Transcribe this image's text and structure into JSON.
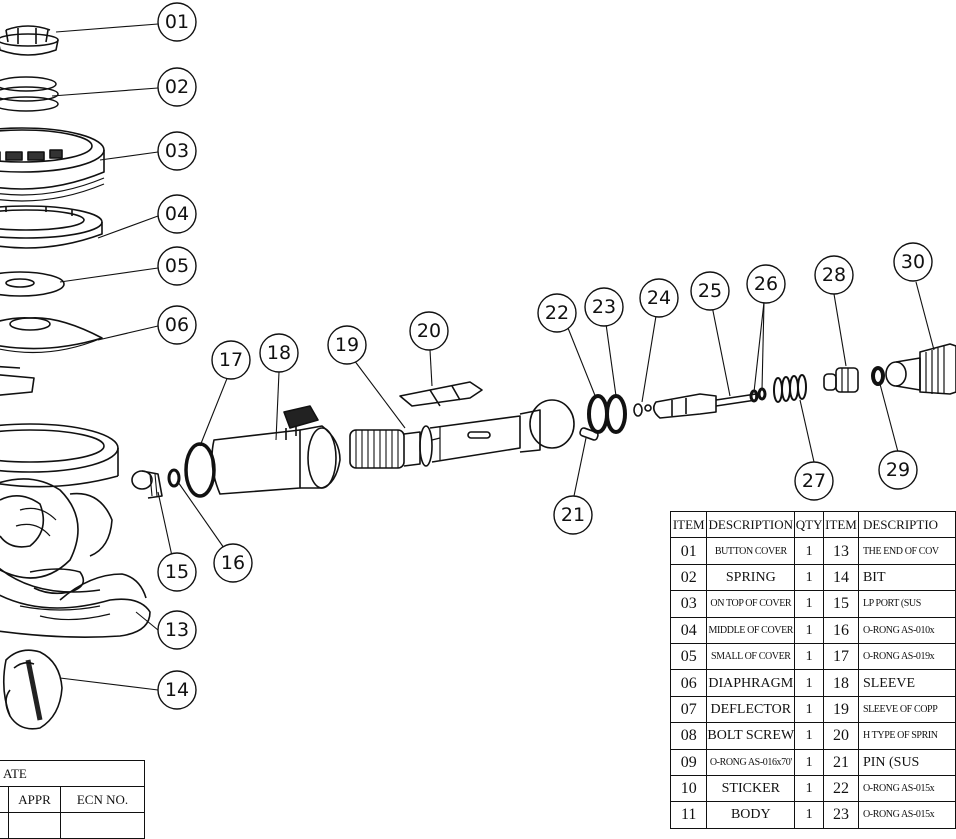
{
  "callouts": [
    "01",
    "02",
    "03",
    "04",
    "05",
    "06",
    "13",
    "14",
    "15",
    "16",
    "17",
    "18",
    "19",
    "20",
    "21",
    "22",
    "23",
    "24",
    "25",
    "26",
    "27",
    "28",
    "29",
    "30"
  ],
  "bom": {
    "headers": [
      "ITEM",
      "DESCRIPTION",
      "QTY",
      "ITEM",
      "DESCRIPTIO"
    ],
    "rows": [
      {
        "item_a": "01",
        "desc_a": "BUTTON COVER",
        "qty_a": "1",
        "item_b": "13",
        "desc_b": "THE END OF COV"
      },
      {
        "item_a": "02",
        "desc_a": "SPRING",
        "qty_a": "1",
        "item_b": "14",
        "desc_b": "BIT"
      },
      {
        "item_a": "03",
        "desc_a": "ON TOP OF COVER",
        "qty_a": "1",
        "item_b": "15",
        "desc_b": "LP PORT (SUS"
      },
      {
        "item_a": "04",
        "desc_a": "MIDDLE OF COVER",
        "qty_a": "1",
        "item_b": "16",
        "desc_b": "O-RONG AS-010x"
      },
      {
        "item_a": "05",
        "desc_a": "SMALL OF COVER",
        "qty_a": "1",
        "item_b": "17",
        "desc_b": "O-RONG AS-019x"
      },
      {
        "item_a": "06",
        "desc_a": "DIAPHRAGM",
        "qty_a": "1",
        "item_b": "18",
        "desc_b": "SLEEVE"
      },
      {
        "item_a": "07",
        "desc_a": "DEFLECTOR",
        "qty_a": "1",
        "item_b": "19",
        "desc_b": "SLEEVE OF COPP"
      },
      {
        "item_a": "08",
        "desc_a": "BOLT SCREW",
        "qty_a": "1",
        "item_b": "20",
        "desc_b": "H TYPE OF SPRIN"
      },
      {
        "item_a": "09",
        "desc_a": "O-RONG AS-016x70'",
        "qty_a": "1",
        "item_b": "21",
        "desc_b": "PIN (SUS"
      },
      {
        "item_a": "10",
        "desc_a": "STICKER",
        "qty_a": "1",
        "item_b": "22",
        "desc_b": "O-RONG AS-015x"
      },
      {
        "item_a": "11",
        "desc_a": "BODY",
        "qty_a": "1",
        "item_b": "23",
        "desc_b": "O-RONG AS-015x"
      }
    ]
  },
  "revision": {
    "title_fragment": "ATE",
    "col_appr": "APPR",
    "col_ecn": "ECN NO."
  }
}
